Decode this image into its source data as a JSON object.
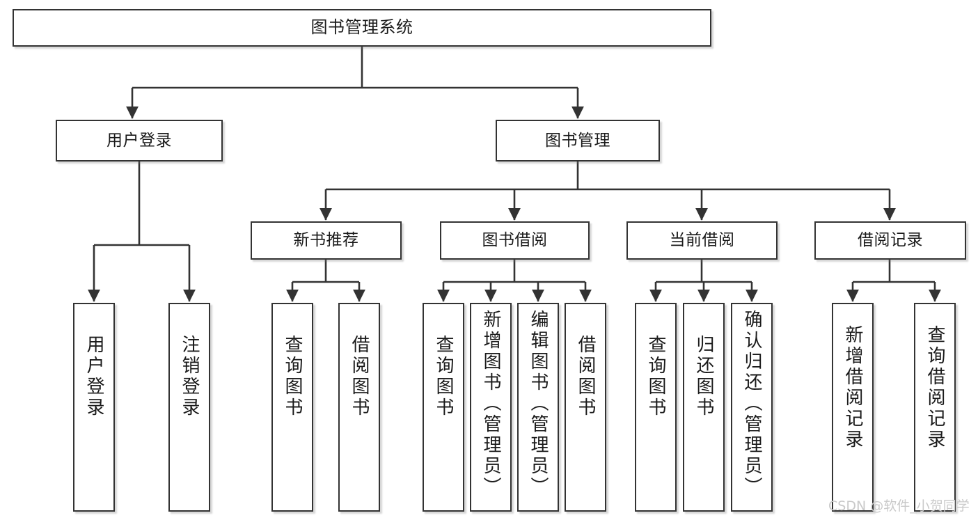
{
  "diagram": {
    "type": "tree",
    "title": "图书管理系统",
    "style": {
      "border_color": "#333333",
      "fill_color": "#ffffff",
      "text_color": "#1a1a1a",
      "background": "#ffffff",
      "watermark_color": "#c9c9c9"
    },
    "root": {
      "label": "图书管理系统"
    },
    "level2": [
      {
        "label": "用户登录"
      },
      {
        "label": "图书管理"
      }
    ],
    "level3": [
      {
        "label": "新书推荐"
      },
      {
        "label": "图书借阅"
      },
      {
        "label": "当前借阅"
      },
      {
        "label": "借阅记录"
      }
    ],
    "leaves": {
      "user_login": [
        {
          "label": "用户登录"
        },
        {
          "label": "注销登录"
        }
      ],
      "new_book": [
        {
          "label": "查询图书"
        },
        {
          "label": "借阅图书"
        }
      ],
      "book_borrow": [
        {
          "label": "查询图书"
        },
        {
          "label": "新增图书（管理员）"
        },
        {
          "label": "编辑图书（管理员）"
        },
        {
          "label": "借阅图书"
        }
      ],
      "current_borrow": [
        {
          "label": "查询图书"
        },
        {
          "label": "归还图书"
        },
        {
          "label": "确认归还（管理员）"
        }
      ],
      "borrow_record": [
        {
          "label": "新增借阅记录"
        },
        {
          "label": "查询借阅记录"
        }
      ]
    }
  },
  "watermark": {
    "text": "CSDN @软件_小贺同学"
  }
}
